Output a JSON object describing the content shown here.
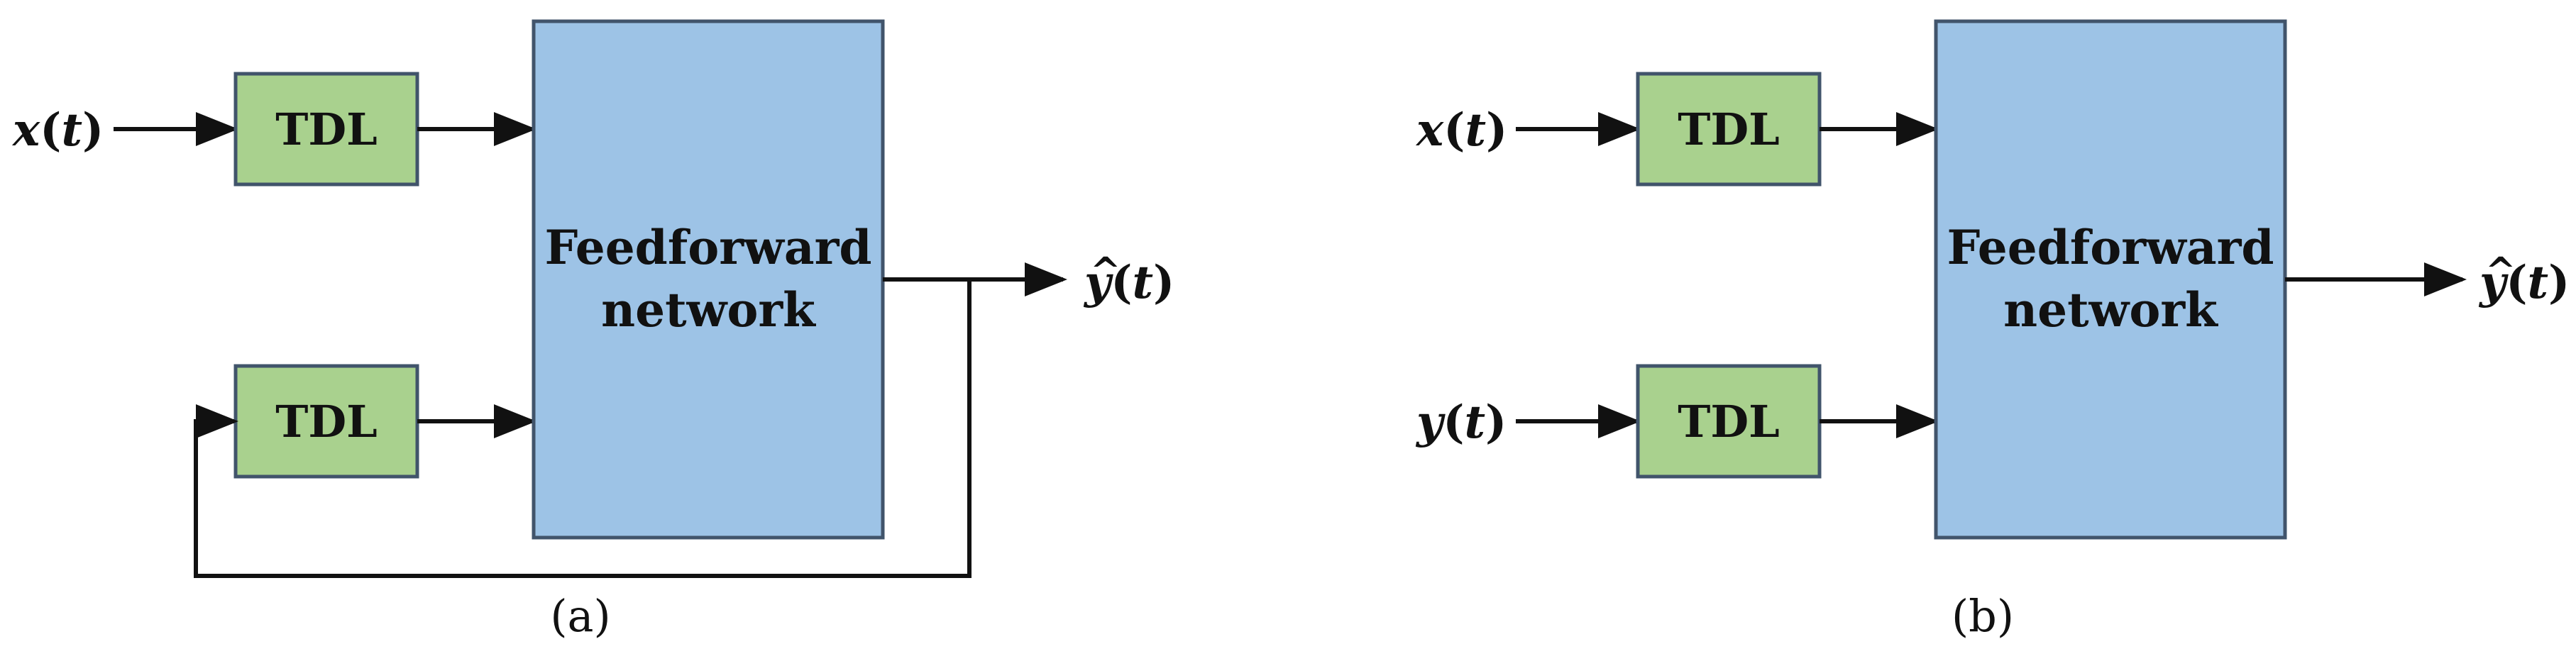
{
  "colors": {
    "tdl_fill": "#a9d18e",
    "network_fill": "#9dc3e6",
    "box_stroke": "#41546b",
    "line": "#111111"
  },
  "panel_a": {
    "input_signal": {
      "base": "x",
      "open": "(",
      "arg": "t",
      "close": ")"
    },
    "tdl_top": "TDL",
    "tdl_bottom": "TDL",
    "network_line1": "Feedforward",
    "network_line2": "network",
    "output_signal": {
      "base": "y",
      "hat": "^",
      "open": "(",
      "arg": "t",
      "close": ")"
    },
    "caption": "(a)"
  },
  "panel_b": {
    "input_signal": {
      "base": "x",
      "open": "(",
      "arg": "t",
      "close": ")"
    },
    "feedback_input_signal": {
      "base": "y",
      "open": "(",
      "arg": "t",
      "close": ")"
    },
    "tdl_top": "TDL",
    "tdl_bottom": "TDL",
    "network_line1": "Feedforward",
    "network_line2": "network",
    "output_signal": {
      "base": "y",
      "hat": "^",
      "open": "(",
      "arg": "t",
      "close": ")"
    },
    "caption": "(b)"
  }
}
